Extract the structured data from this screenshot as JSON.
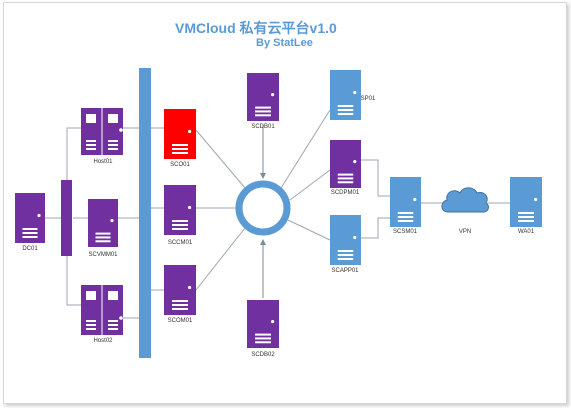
{
  "title": "VMCloud 私有云平台v1.0",
  "subtitle": "By StatLee",
  "colors": {
    "purple": "#7030a0",
    "purple_dark": "#5a2384",
    "blue": "#5b9bd5",
    "blue_dark": "#41729f",
    "red": "#ff0000",
    "line": "#9fa7b3",
    "cloud": "#5b9bd5"
  },
  "nodes": {
    "dc01": "DC01",
    "host01": "Host01",
    "host02": "Host02",
    "scvmm01": "SCVMM01",
    "sco01": "SCO01",
    "sccm01": "SCCM01",
    "scom01": "SCOM01",
    "scdb01": "SCDB01",
    "scdb02": "SCDB02",
    "sp01": "SP01",
    "scdpm01": "SCDPM01",
    "scapp01": "SCAPP01",
    "scsm01": "SCSM01",
    "vpn": "VPN",
    "wa01": "WA01"
  }
}
